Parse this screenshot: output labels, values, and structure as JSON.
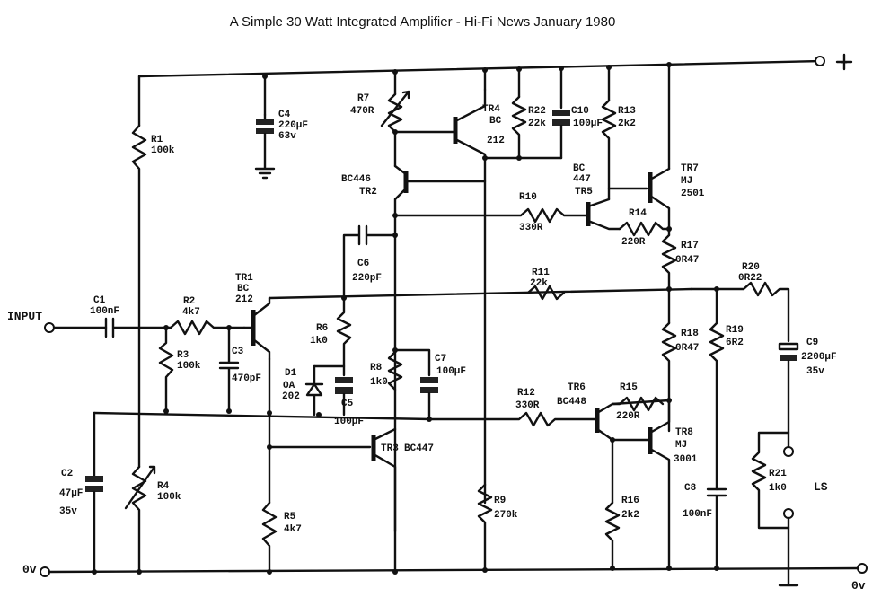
{
  "title": "A Simple 30 Watt Integrated Amplifier - Hi-Fi News January 1980",
  "nets": {
    "plus": "+",
    "zero_left": "0v",
    "zero_right": "0v",
    "input": "INPUT",
    "ls": "LS"
  },
  "components": {
    "C1": {
      "ref": "C1",
      "value": "100nF"
    },
    "C2": {
      "ref": "C2",
      "value": "47µF",
      "rating": "35v"
    },
    "C3": {
      "ref": "C3",
      "value": "470pF"
    },
    "C4": {
      "ref": "C4",
      "value": "220µF",
      "rating": "63v"
    },
    "C5": {
      "ref": "C5",
      "value": "100µF"
    },
    "C6": {
      "ref": "C6",
      "value": "220pF"
    },
    "C7": {
      "ref": "C7",
      "value": "100µF"
    },
    "C8": {
      "ref": "C8",
      "value": "100nF"
    },
    "C9": {
      "ref": "C9",
      "value": "2200µF",
      "rating": "35v"
    },
    "C10": {
      "ref": "C10",
      "value": "100µF"
    },
    "R1": {
      "ref": "R1",
      "value": "100k"
    },
    "R2": {
      "ref": "R2",
      "value": "4k7"
    },
    "R3": {
      "ref": "R3",
      "value": "100k"
    },
    "R4": {
      "ref": "R4",
      "value": "100k"
    },
    "R5": {
      "ref": "R5",
      "value": "4k7"
    },
    "R6": {
      "ref": "R6",
      "value": "1k0"
    },
    "R7": {
      "ref": "R7",
      "value": "470R"
    },
    "R8": {
      "ref": "R8",
      "value": "1k0"
    },
    "R9": {
      "ref": "R9",
      "value": "270k"
    },
    "R10": {
      "ref": "R10",
      "value": "330R"
    },
    "R11": {
      "ref": "R11",
      "value": "22k"
    },
    "R12": {
      "ref": "R12",
      "value": "330R"
    },
    "R13": {
      "ref": "R13",
      "value": "2k2"
    },
    "R14": {
      "ref": "R14",
      "value": "220R"
    },
    "R15": {
      "ref": "R15",
      "value": "220R"
    },
    "R16": {
      "ref": "R16",
      "value": "2k2"
    },
    "R17": {
      "ref": "R17",
      "value": "0R47"
    },
    "R18": {
      "ref": "R18",
      "value": "0R47"
    },
    "R19": {
      "ref": "R19",
      "value": "6R2"
    },
    "R20": {
      "ref": "R20",
      "value": "0R22"
    },
    "R21": {
      "ref": "R21",
      "value": "1k0"
    },
    "R22": {
      "ref": "R22",
      "value": "22k"
    },
    "D1": {
      "ref": "D1",
      "value": "OA",
      "part": "202"
    },
    "TR1": {
      "ref": "TR1",
      "type": "BC",
      "part": "212"
    },
    "TR2": {
      "ref": "TR2",
      "type": "BC446"
    },
    "TR3": {
      "ref": "TR3",
      "type": "BC447"
    },
    "TR4": {
      "ref": "TR4",
      "type": "BC",
      "part": "212"
    },
    "TR5": {
      "ref": "TR5",
      "type": "BC",
      "part": "447"
    },
    "TR6": {
      "ref": "TR6",
      "type": "BC448"
    },
    "TR7": {
      "ref": "TR7",
      "type": "MJ",
      "part": "2501"
    },
    "TR8": {
      "ref": "TR8",
      "type": "MJ",
      "part": "3001"
    }
  }
}
